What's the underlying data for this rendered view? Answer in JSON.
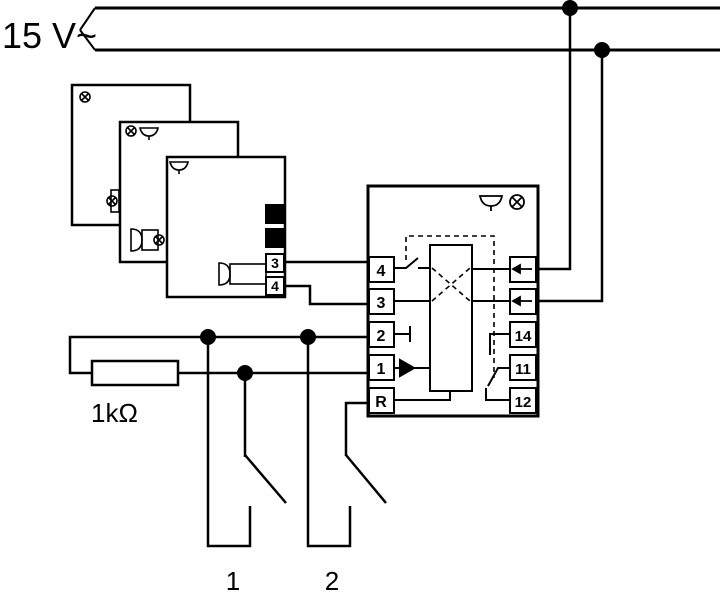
{
  "supply_label": "15 V~",
  "resistor_label": "1kΩ",
  "switch_labels": [
    "1",
    "2"
  ],
  "relay_pins_left": [
    "4",
    "3",
    "2",
    "1",
    "R"
  ],
  "relay_pins_right": [
    "14",
    "11",
    "12"
  ],
  "module_pins": [
    "3",
    "4"
  ],
  "icons": {
    "lamp": "lamp-cross-icon",
    "bell": "bell-icon"
  }
}
